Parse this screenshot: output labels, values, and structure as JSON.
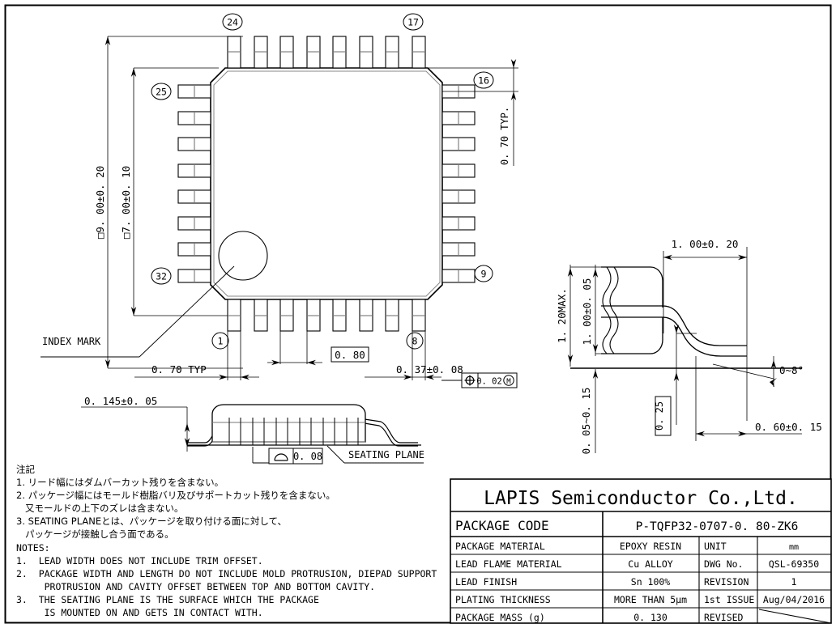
{
  "sheet": {
    "border_color": "#000000",
    "background": "#ffffff"
  },
  "top_view": {
    "name": "top-view-qfp32",
    "pin_callouts": [
      {
        "id": "24",
        "label": "24"
      },
      {
        "id": "17",
        "label": "17"
      },
      {
        "id": "25",
        "label": "25"
      },
      {
        "id": "16",
        "label": "16"
      },
      {
        "id": "32",
        "label": "32"
      },
      {
        "id": "9",
        "label": "9"
      },
      {
        "id": "1",
        "label": "1"
      },
      {
        "id": "8",
        "label": "8"
      }
    ],
    "index_mark_label": "INDEX MARK",
    "dim_body_outer": "□9. 00±0. 20",
    "dim_body_inner": "□7. 00±0. 10",
    "dim_lead_pitch_right": "0. 70 TYP.",
    "dim_lead_pitch_bottom": "0. 70  TYP",
    "dim_pitch_box": "0. 80",
    "dim_lead_width": "0. 37±0. 08",
    "gd_t_value": "0. 02",
    "gd_t_symbol": "position-symbol",
    "gd_t_modifier": "M"
  },
  "side_view": {
    "name": "side-view",
    "dim_standoff": "0. 145±0. 05",
    "flatness_value": "0. 08",
    "flatness_symbol": "profile-symbol",
    "seating_plane_label": "SEATING PLANE"
  },
  "lead_detail": {
    "name": "lead-detail-view",
    "dim_total_height": "1. 20MAX.",
    "dim_body_thickness": "1. 00±0. 05",
    "dim_standoff_range": "0. 05~0. 15",
    "dim_lead_reach": "1. 00±0. 20",
    "dim_foot_length": "0. 60±0. 15",
    "dim_lead_thickness": "0. 25",
    "dim_lead_angle": "0~8°"
  },
  "notes": {
    "jp_heading": "注記",
    "jp_items": [
      "1. リード幅にはダムバーカット残りを含まない。",
      "2. パッケージ幅にはモールド樹脂バリ及びサポートカット残りを含まない。",
      "   又モールドの上下のズレは含まない。",
      "3. SEATING PLANEとは、パッケージを取り付ける面に対して、",
      "   パッケージが接触し合う面である。"
    ],
    "en_heading": "NOTES:",
    "en_items": [
      "1.  LEAD WIDTH DOES NOT INCLUDE TRIM OFFSET.",
      "2.  PACKAGE WIDTH AND LENGTH DO NOT INCLUDE MOLD PROTRUSION, DIEPAD SUPPORT",
      "     PROTRUSION AND CAVITY OFFSET BETWEEN TOP AND BOTTOM CAVITY.",
      "3.  THE SEATING PLANE IS THE SURFACE WHICH THE PACKAGE",
      "     IS MOUNTED ON AND GETS IN CONTACT WITH."
    ]
  },
  "title_block": {
    "company": "LAPIS Semiconductor Co.,Ltd.",
    "package_code_label": "PACKAGE CODE",
    "package_code_value": "P-TQFP32-0707-0. 80-ZK6",
    "rows": [
      {
        "label": "PACKAGE MATERIAL",
        "value": "EPOXY RESIN",
        "label2": "UNIT",
        "value2": "mm"
      },
      {
        "label": "LEAD FLAME MATERIAL",
        "value": "Cu ALLOY",
        "label2": "DWG No.",
        "value2": "QSL-69350"
      },
      {
        "label": "LEAD FINISH",
        "value": "Sn  100%",
        "label2": "REVISION",
        "value2": "1"
      },
      {
        "label": "PLATING THICKNESS",
        "value": "MORE THAN 5μm",
        "label2": "1st ISSUE",
        "value2": "Aug/04/2016"
      },
      {
        "label": "PACKAGE MASS (g)",
        "value": "0. 130",
        "label2": "REVISED",
        "value2": ""
      }
    ]
  }
}
